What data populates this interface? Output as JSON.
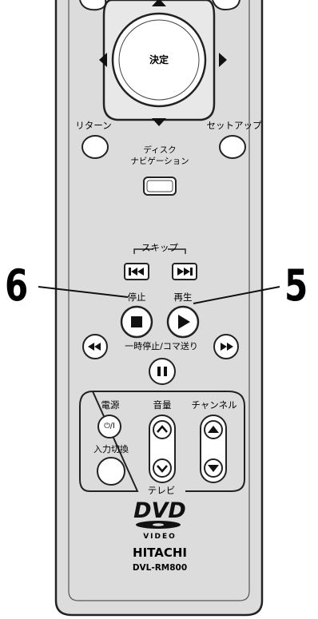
{
  "callouts": {
    "left": "6",
    "right": "5"
  },
  "center_button": {
    "label": "決定"
  },
  "labels": {
    "return": "リターン",
    "setup": "セットアップ",
    "disc_nav_line1": "ディスク",
    "disc_nav_line2": "ナビゲーション",
    "skip": "スキップ",
    "stop": "停止",
    "play": "再生",
    "pause_step": "一時停止/コマ送り",
    "power": "電源",
    "volume": "音量",
    "channel": "チャンネル",
    "input_switch": "入力切換",
    "tv": "テレビ"
  },
  "power_button": {
    "label": "⏻/I"
  },
  "brand": {
    "dvd_logo": "DVD",
    "video_label": "VIDEO",
    "maker": "HITACHI",
    "model": "DVL-RM800"
  }
}
